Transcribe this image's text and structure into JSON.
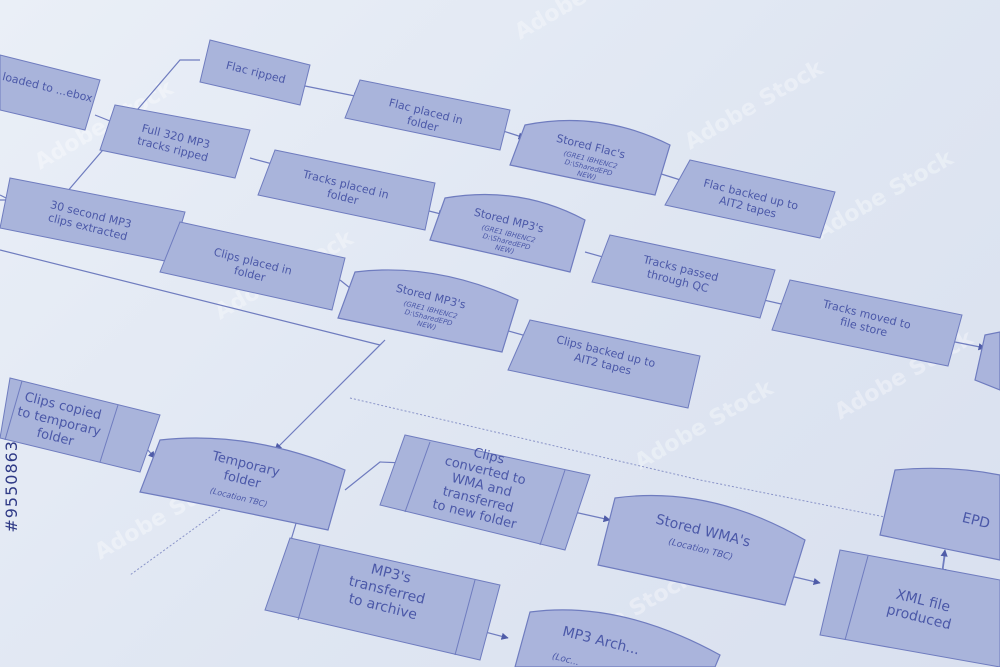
{
  "stock_id": "#9550863",
  "watermark": "Adobe Stock",
  "nodes": {
    "loaded": "...ts loaded to\n...ebox",
    "flac_ripped": "Flac ripped",
    "full_mp3": "Full 320 MP3\ntracks ripped",
    "flac_placed": "Flac placed in\nfolder",
    "tracks_placed": "Tracks placed in\nfolder",
    "stored_flacs": "Stored Flac's",
    "stored_flacs_sub": "(GRE1 IBHENC2\nD:\\SharedEPD\nNEW)",
    "flac_backed": "Flac backed up to\nAIT2 tapes",
    "mp3_30s": "30 second MP3\nclips extracted",
    "clips_placed": "Clips placed in\nfolder",
    "stored_mp3_a": "Stored MP3's",
    "stored_mp3_a_sub": "(GRE1 IBHENC2\nD:\\SharedEPD\nNEW)",
    "tracks_qc": "Tracks passed\nthrough QC",
    "tracks_moved": "Tracks moved to\nfile store",
    "stored_mp3_b": "Stored MP3's",
    "stored_mp3_b_sub": "(GRE1 IBHENC2\nD:\\SharedEPD\nNEW)",
    "clips_backed": "Clips backed up to\nAIT2 tapes",
    "clips_copied": "Clips copied\nto temporary\nfolder",
    "temp_folder": "Temporary\nfolder",
    "temp_folder_sub": "(Location TBC)",
    "clips_wma": "Clips\nconverted to\nWMA and\ntransferred\nto new folder",
    "stored_wma": "Stored WMA's",
    "stored_wma_sub": "(Location TBC)",
    "epd": "EPD",
    "xml": "XML file\nproduced",
    "mp3_archive": "MP3's\ntransferred\nto archive",
    "mp3_arch_store": "MP3 Arch...",
    "mp3_arch_store_sub": "(Loc..."
  }
}
